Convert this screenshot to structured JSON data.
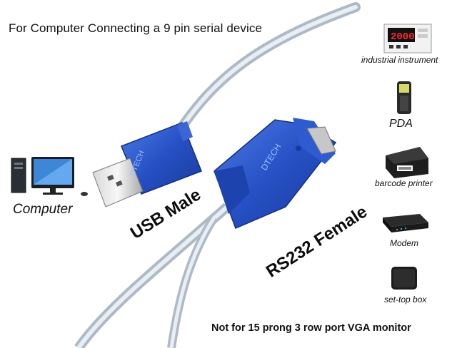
{
  "header": {
    "caption": "For Computer Connecting a 9 pin serial device"
  },
  "footer": {
    "note": "Not for 15 prong 3 row port VGA monitor"
  },
  "cable": {
    "usb_label": "USB Male",
    "serial_label": "RS232 Female",
    "brand_usb": "DTECH",
    "brand_serial": "DTECH"
  },
  "computer": {
    "label": "Computer"
  },
  "devices": [
    {
      "label": "industrial instrument",
      "icon": "industrial-instrument-icon"
    },
    {
      "label": "PDA",
      "icon": "pda-icon"
    },
    {
      "label": "barcode printer",
      "icon": "barcode-printer-icon"
    },
    {
      "label": "Modem",
      "icon": "modem-icon"
    },
    {
      "label": "set-top box",
      "icon": "set-top-box-icon"
    }
  ],
  "instrument_display": "2000",
  "colors": {
    "connector_blue": "#2a55c8",
    "cable_silver": "#c9d3dc",
    "display_red": "#ff2a2a"
  }
}
